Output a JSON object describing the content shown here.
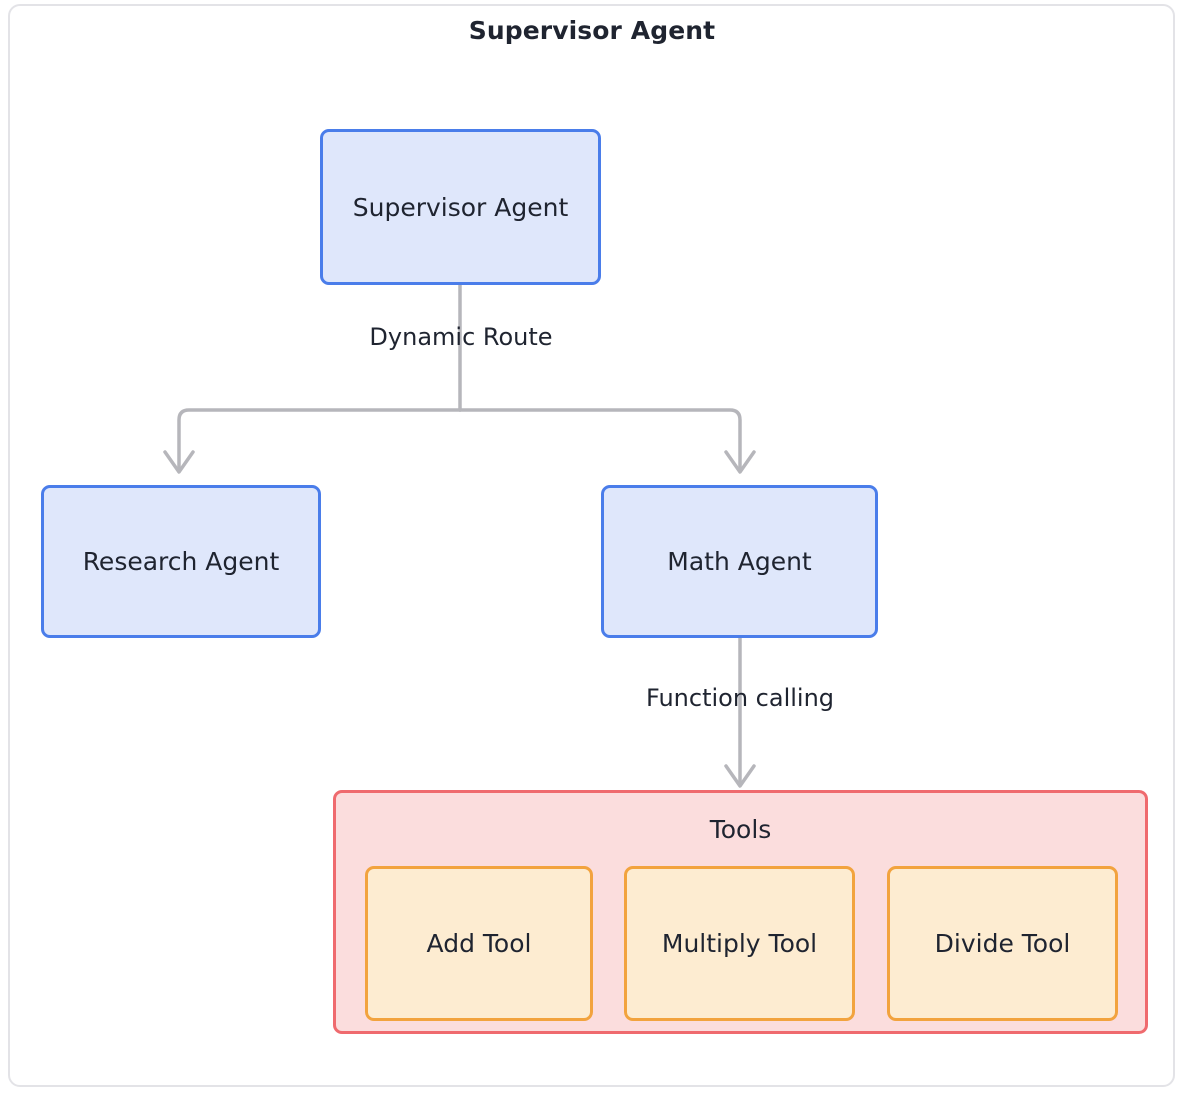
{
  "diagram": {
    "title": "Supervisor Agent",
    "type": "flowchart",
    "colors": {
      "frame_border": "#e3e3e7",
      "agent_fill": "#dfe7fb",
      "agent_border": "#4a7dea",
      "tools_fill": "#fbdddd",
      "tools_border": "#ef6a6e",
      "tool_fill": "#fdecd1",
      "tool_border": "#f2a33e",
      "edge_stroke": "#b6b6bb",
      "text": "#1f2430"
    }
  },
  "nodes": {
    "supervisor": {
      "label": "Supervisor Agent"
    },
    "research": {
      "label": "Research Agent"
    },
    "math": {
      "label": "Math Agent"
    }
  },
  "tools_group": {
    "title": "Tools",
    "tools": [
      {
        "label": "Add Tool"
      },
      {
        "label": "Multiply Tool"
      },
      {
        "label": "Divide Tool"
      }
    ]
  },
  "edges": [
    {
      "from": "supervisor",
      "to": "research",
      "label": "Dynamic Route"
    },
    {
      "from": "supervisor",
      "to": "math",
      "label": "Dynamic Route"
    },
    {
      "from": "math",
      "to": "tools_group",
      "label": "Function calling"
    }
  ],
  "edge_labels": {
    "dynamic_route": "Dynamic Route",
    "function_calling": "Function calling"
  }
}
